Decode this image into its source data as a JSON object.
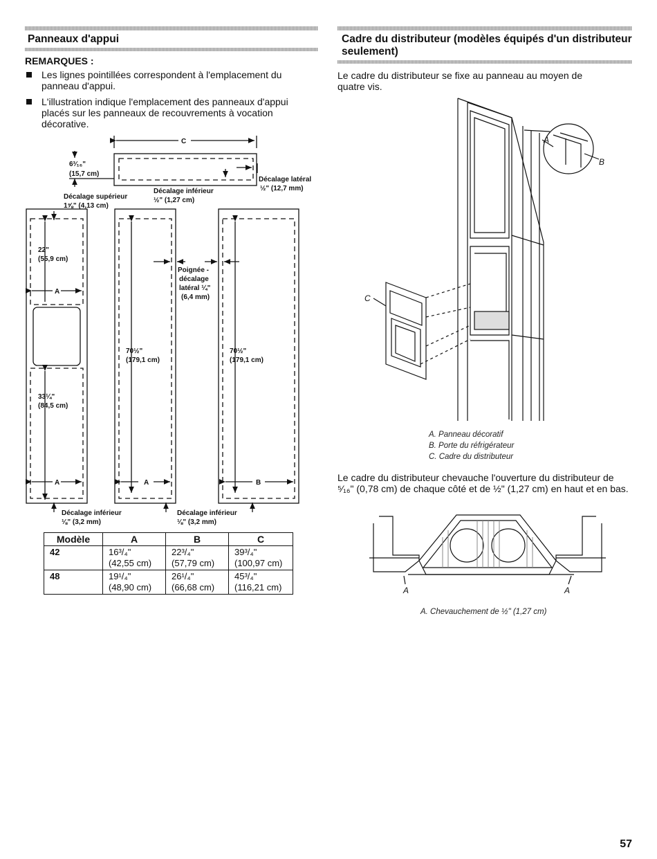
{
  "left": {
    "title": "Panneaux d'appui",
    "remarks_heading": "REMARQUES :",
    "bullets": [
      "Les lignes pointillées correspondent à l'emplacement du panneau d'appui.",
      "L'illustration indique l'emplacement des panneaux d'appui placés sur les panneaux de recouvrements à vocation décorative."
    ],
    "diagram": {
      "c": "C",
      "dim_a": "6³⁄₁₆\"",
      "dim_a_cm": "(15,7 cm)",
      "decalage_lateral": "Décalage latéral",
      "decalage_lateral_val": "½\" (12,7 mm)",
      "decalage_inferieur_top": "Décalage inférieur",
      "decalage_inferieur_top_val": "½\" (1,27 cm)",
      "decalage_superieur": "Décalage supérieur",
      "decalage_superieur_val": "1⅝\" (4,13 cm)",
      "dim_22": "22\"",
      "dim_22_cm": "(55,9 cm)",
      "dim_33": "33¼\"",
      "dim_33_cm": "(84,5 cm)",
      "dim_70_1": "70½\"",
      "dim_70_1_cm": "(179,1 cm)",
      "dim_70_2": "70½\"",
      "dim_70_2_cm": "(179,1 cm)",
      "poignee": [
        "Poignée -",
        "décalage",
        "latéral ¼\"",
        "(6,4 mm)"
      ],
      "a": "A",
      "b": "B",
      "bottom_left": "Décalage inférieur",
      "bottom_left_val": "⅛\" (3,2 mm)",
      "bottom_right": "Décalage inférieur",
      "bottom_right_val": "⅛\" (3,2 mm)"
    },
    "table": {
      "headers": [
        "Modèle",
        "A",
        "B",
        "C"
      ],
      "rows": [
        {
          "model": "42",
          "a": "16³/₄\"",
          "a_cm": "(42,55 cm)",
          "b": "22³/₄\"",
          "b_cm": "(57,79 cm)",
          "c": "39³/₄\"",
          "c_cm": "(100,97 cm)"
        },
        {
          "model": "48",
          "a": "19¹/₄\"",
          "a_cm": "(48,90 cm)",
          "b": "26¹/₄\"",
          "b_cm": "(66,68 cm)",
          "c": "45³/₄\"",
          "c_cm": "(116,21 cm)"
        }
      ]
    }
  },
  "right": {
    "title": "Cadre du distributeur (modèles équipés d'un distributeur seulement)",
    "intro": "Le cadre du distributeur se fixe au panneau au moyen de quatre vis.",
    "fig_labels": {
      "a": "A",
      "b": "B",
      "c": "C"
    },
    "captions": [
      "A. Panneau décoratif",
      "B. Porte du réfrigérateur",
      "C. Cadre du distributeur"
    ],
    "overlap_text": "Le cadre du distributeur chevauche l'ouverture du distributeur de ⁵⁄₁₆\" (0,78 cm) de chaque côté et de ½\" (1,27 cm) en haut et en bas.",
    "fig2_labels": {
      "a1": "A",
      "a2": "A"
    },
    "fig2_caption": "A. Chevauchement de ½\" (1,27 cm)"
  },
  "page_number": "57"
}
